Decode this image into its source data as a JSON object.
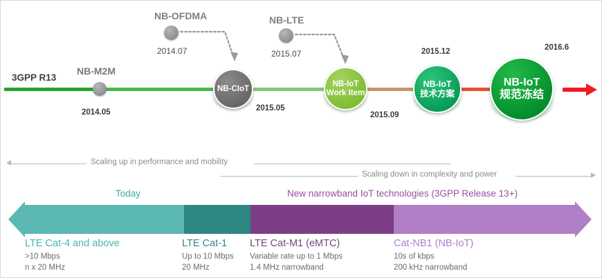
{
  "timeline": {
    "start_label": "3GPP R13",
    "end_arrow_color": "#ee1c25",
    "satellites": [
      {
        "title": "NB-OFDMA",
        "date": "2014.07"
      },
      {
        "title": "NB-LTE",
        "date": "2015.07"
      }
    ],
    "nodes": [
      {
        "title": "NB-M2M",
        "date": "2014.05",
        "color": "#8c8c8c",
        "kind": "dot"
      },
      {
        "line1": "NB-CIoT",
        "line2": "",
        "date": "2015.05",
        "color": "#6e6e6e",
        "kind": "circle"
      },
      {
        "line1": "NB-IoT",
        "line2": "Work Item",
        "date": "2015.09",
        "color": "#8cc63f",
        "kind": "circle"
      },
      {
        "line1": "NB-IoT",
        "line2": "技术方案",
        "date": "2015.12",
        "color": "#10ad62",
        "kind": "circle"
      },
      {
        "line1": "NB-IoT",
        "line2": "规范冻结",
        "date": "2016.6",
        "color": "#009e2f",
        "kind": "circle"
      }
    ],
    "segment_colors": [
      "#22a527",
      "#3eb53a",
      "#6cc16a",
      "#8ccf82",
      "#c79568",
      "#e8512e",
      "#ee1c25"
    ]
  },
  "scaling": {
    "up_text": "Scaling up in performance and mobility",
    "down_text": "Scaling down in complexity and power"
  },
  "band": {
    "headers": [
      {
        "text": "Today",
        "color": "#3aa89f"
      },
      {
        "text": "New narrowband IoT technologies (3GPP Release 13+)",
        "color": "#9b4fa0"
      }
    ],
    "segments": [
      {
        "title": "LTE Cat-4 and above",
        "sub1": ">10 Mbps",
        "sub2": "n x 20 MHz",
        "fill": "#5cb8b2",
        "title_color": "#4cb5ae"
      },
      {
        "title": "LTE Cat-1",
        "sub1": "Up to 10 Mbps",
        "sub2": "20 MHz",
        "fill": "#2f8782",
        "title_color": "#2f8782"
      },
      {
        "title": "LTE Cat-M1 (eMTC)",
        "sub1": "Variable rate up to 1 Mbps",
        "sub2": "1.4 MHz narrowband",
        "fill": "#7c3f86",
        "title_color": "#7c3f86"
      },
      {
        "title": "Cat-NB1 (NB-IoT)",
        "sub1": "10s of kbps",
        "sub2": "200 kHz narrowband",
        "fill": "#b07fc6",
        "title_color": "#b07fc6"
      }
    ]
  }
}
